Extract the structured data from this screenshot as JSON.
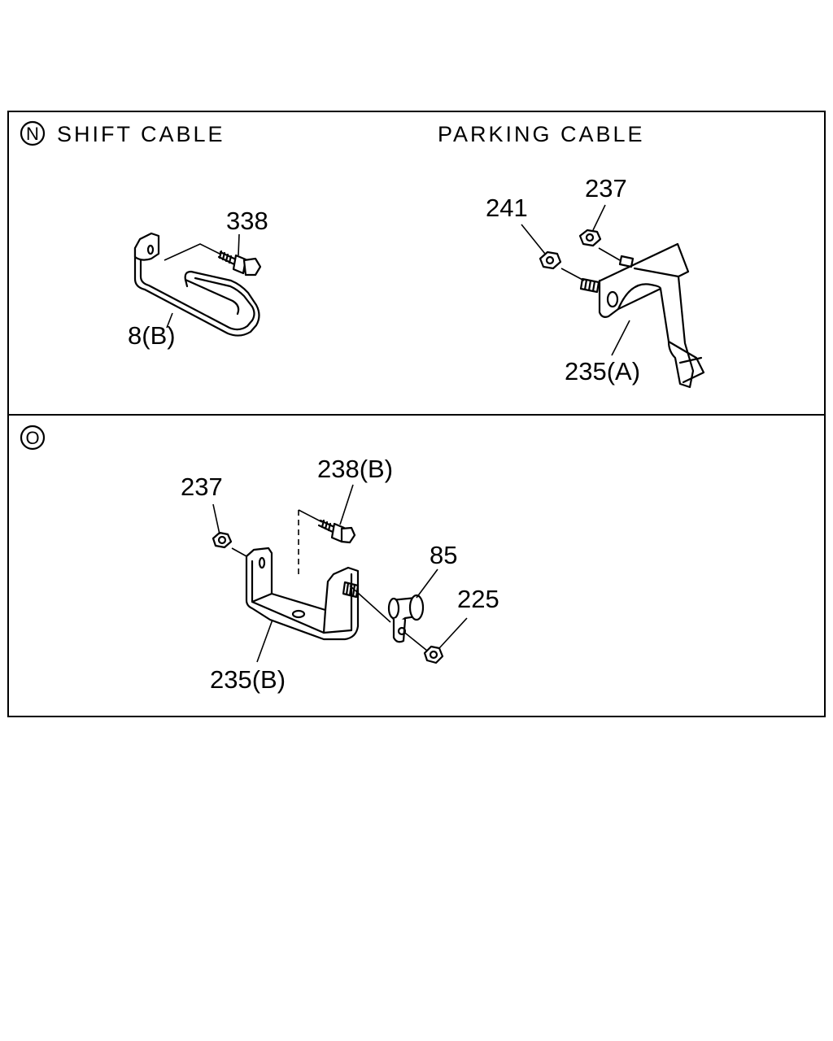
{
  "panel_n": {
    "marker": "N",
    "shift_title": "SHIFT CABLE",
    "parking_title": "PARKING CABLE",
    "shift_parts": {
      "bolt": "338",
      "bracket": "8(B)"
    },
    "parking_parts": {
      "nut_top": "237",
      "nut_left": "241",
      "bracket": "235(A)"
    }
  },
  "panel_o": {
    "marker": "O",
    "parts": {
      "nut_left": "237",
      "bolt": "238(B)",
      "clip": "85",
      "nut_right": "225",
      "bracket": "235(B)"
    }
  }
}
